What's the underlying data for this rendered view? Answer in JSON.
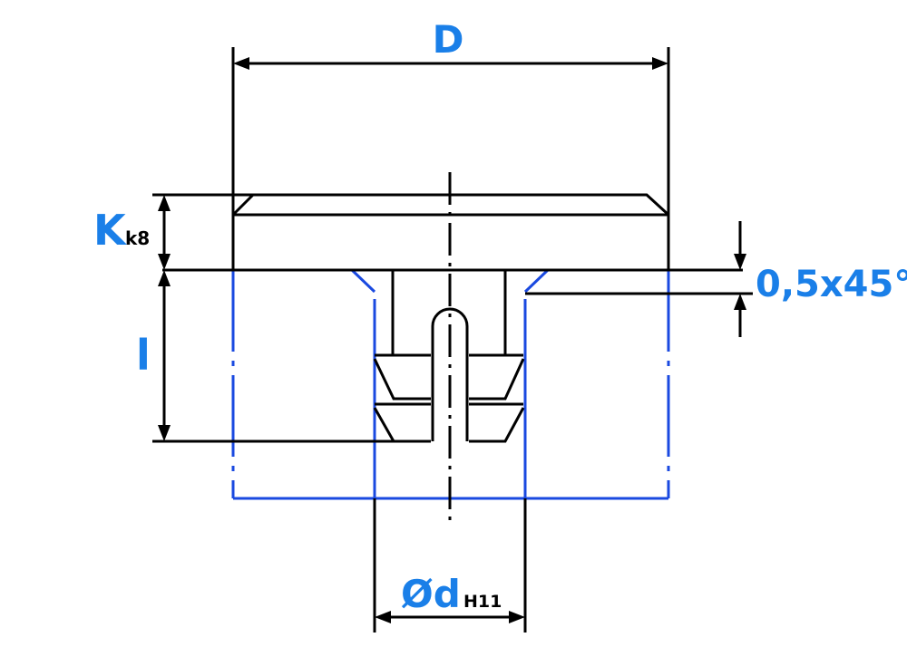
{
  "dimensions": {
    "D": "D",
    "K": "K",
    "K_tol": "k8",
    "l": "l",
    "chamfer": "0,5x45°",
    "d_symbol": "Ød",
    "d_tol": "H11"
  },
  "colors": {
    "outline": "#000000",
    "hole_outline": "#1a49e0",
    "label": "#1a7fe8"
  }
}
